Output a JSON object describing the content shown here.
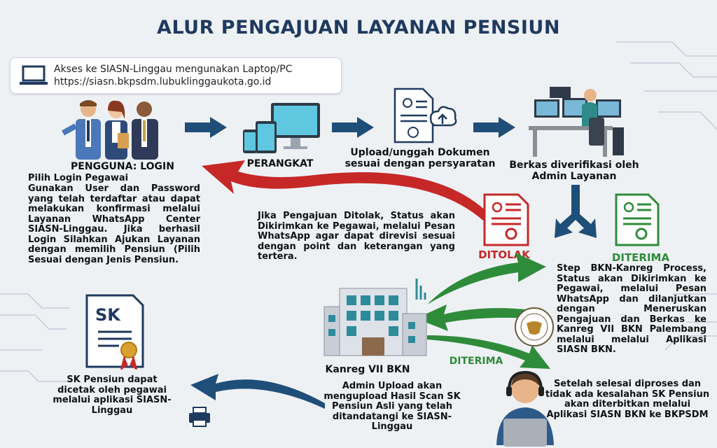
{
  "title": "ALUR PENGAJUAN LAYANAN PENSIUN",
  "access_box": {
    "icon": "laptop-icon",
    "line1": "Akses ke SIASN-Linggau mengunakan Laptop/PC",
    "line2": "https://siasn.bkpsdm.lubuklinggaukota.go.id"
  },
  "steps": {
    "login": {
      "label": "PENGGUNA: LOGIN",
      "heading": "Pilih Login Pegawai",
      "text": "Gunakan User dan Password yang telah terdaftar atau dapat melakukan konfirmasi melalui Layanan WhatsApp Center SIASN-Linggau. Jika berhasil Login Silahkan Ajukan Layanan dengan memilih Pensiun (Pilih Sesuai dengan Jenis Pensiun."
    },
    "device": {
      "label": "PERANGKAT"
    },
    "upload": {
      "label": "Upload/unggah Dokumen sesuai dengan persyaratan"
    },
    "verify": {
      "label": "Berkas diverifikasi oleh Admin Layanan"
    },
    "rejected": {
      "badge": "DITOLAK",
      "text": "Jika Pengajuan Ditolak, Status akan Dikirimkan ke Pegawai, melalui Pesan WhatsApp agar dapat direvisi sesuai dengan point dan keterangan yang tertera."
    },
    "accepted": {
      "badge": "DITERIMA",
      "text": "Step BKN-Kanreg Process, Status akan Dikirimkan ke Pegawai, melalui Pesan WhatsApp dan dilanjutkan dengan Meneruskan Pengajuan dan Berkas ke Kanreg VII BKN Palembang melalui melalui Aplikasi SIASN BKN."
    },
    "kanreg": {
      "label": "Kanreg VII BKN",
      "accepted_label": "DITERIMA"
    },
    "issued": {
      "text": "Setelah selesai diproses dan tidak ada kesalahan SK Pensiun akan diterbitkan melalui Aplikasi SIASN BKN ke BKPSDM"
    },
    "admin_upload": {
      "text": "Admin Upload akan mengupload Hasil Scan SK Pensiun Asli yang telah ditandatangi ke SIASN-Linggau"
    },
    "sk": {
      "icon_text": "SK",
      "text": "SK Pensiun dapat dicetak oleh pegawai melalui aplikasi SIASN-Linggau"
    }
  },
  "colors": {
    "title": "#1f3a5f",
    "flow_arrow": "#1f4e79",
    "rejected": "#c62828",
    "accepted": "#2e8b3a"
  }
}
